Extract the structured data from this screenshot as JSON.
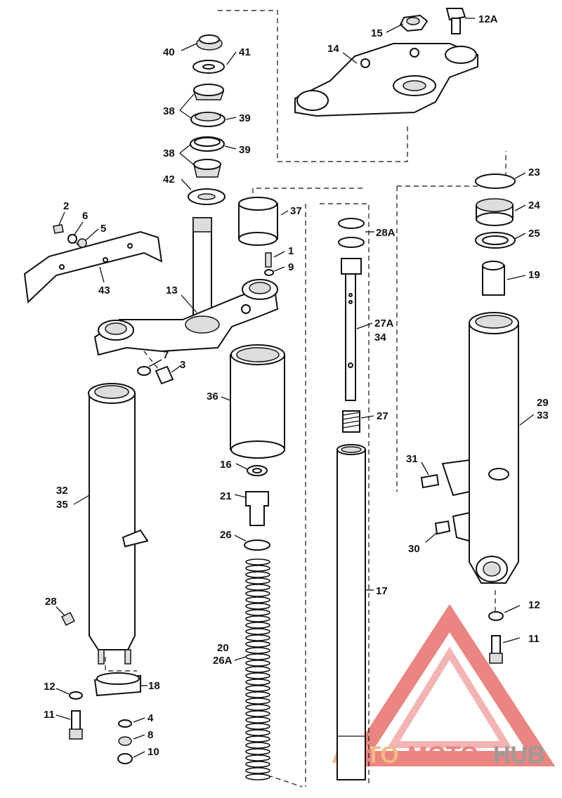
{
  "labels": {
    "p40": "40",
    "p41": "41",
    "p38a": "38",
    "p39a": "39",
    "p38b": "38",
    "p39b": "39",
    "p42": "42",
    "p15": "15",
    "p12a": "12A",
    "p14": "14",
    "p23": "23",
    "p24": "24",
    "p25": "25",
    "p19": "19",
    "p37": "37",
    "p1": "1",
    "p9": "9",
    "p28a": "28A",
    "p27a": "27A",
    "p34": "34",
    "p2": "2",
    "p6": "6",
    "p5": "5",
    "p43": "43",
    "p13": "13",
    "p7": "7",
    "p3": "3",
    "p36": "36",
    "p27": "27",
    "p29": "29",
    "p33": "33",
    "p31": "31",
    "p32": "32",
    "p35": "35",
    "p16": "16",
    "p21": "21",
    "p26": "26",
    "p30": "30",
    "p17": "17",
    "p28": "28",
    "p12r": "12",
    "p11r": "11",
    "p20": "20",
    "p26a": "26A",
    "p12l": "12",
    "p18": "18",
    "p11l": "11",
    "p4": "4",
    "p8": "8",
    "p10": "10"
  },
  "watermark": {
    "word_a": "AUTO",
    "word_b": "MOTO",
    "word_c": "HUB",
    "color_red": "#e8706c",
    "color_orange": "#f0b070",
    "color_grey": "#8a8a8a"
  }
}
